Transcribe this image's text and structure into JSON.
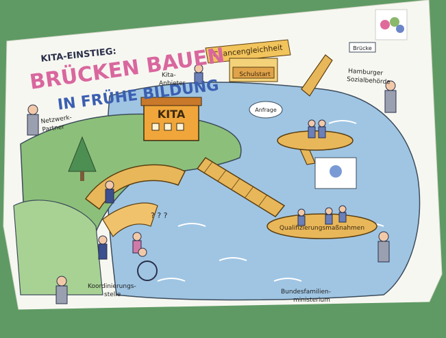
{
  "poster": {
    "kicker": "KITA-EINSTIEG:",
    "title_line1": "BRÜCKEN BAUEN",
    "title_line2": "IN FRÜHE BILDUNG"
  },
  "labels": {
    "kita_anbieter": [
      "Kita-",
      "Anbieter"
    ],
    "netzwerk_partner": [
      "Netzwerk-",
      "Partner"
    ],
    "chancengleichheit": "Chancengleichheit",
    "schulstart": "Schulstart",
    "kita_building": "KITA",
    "anfrage": "Anfrage",
    "hamburger_sozialbehoerde": [
      "Hamburger",
      "Sozialbehörde"
    ],
    "bruecke": "Brücke",
    "qualifizierung": "Qualifizierungsmaßnahmen",
    "koordinierungsstelle": [
      "Koordinierungs-",
      "stelle"
    ],
    "bundesfamilienministerium": [
      "Bundesfamilien-",
      "ministerium"
    ],
    "question_marks": "? ? ?"
  },
  "colors": {
    "background_green": "#5f9a64",
    "poster_paper": "#f7f7f1",
    "title_pink": "#d9679e",
    "title_blue": "#3b5fb0",
    "water": "#9fc5e3",
    "wood": "#e8b75a",
    "meadow": "#8cc07a"
  }
}
